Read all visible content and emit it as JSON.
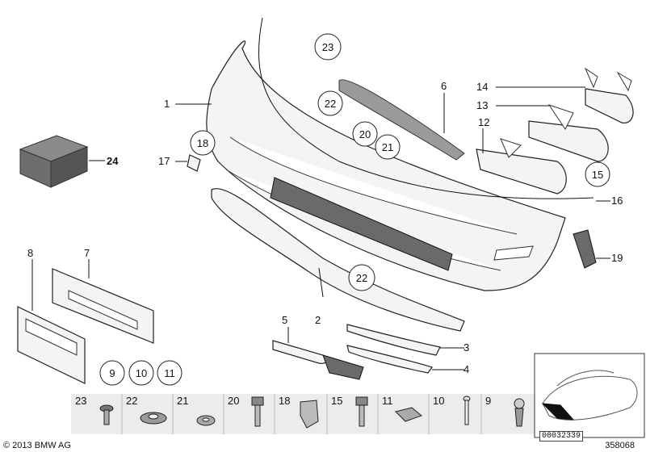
{
  "callouts": {
    "c1": "1",
    "c2": "2",
    "c3": "3",
    "c4": "4",
    "c5": "5",
    "c6": "6",
    "c7": "7",
    "c8": "8",
    "c9": "9",
    "c10": "10",
    "c11": "11",
    "c12": "12",
    "c13": "13",
    "c14": "14",
    "c15": "15",
    "c16": "16",
    "c17": "17",
    "c18": "18",
    "c19": "19",
    "c20": "20",
    "c21": "21",
    "c22a": "22",
    "c22b": "22",
    "c23": "23",
    "c24": "24"
  },
  "strip": [
    "23",
    "22",
    "21",
    "20",
    "18",
    "15",
    "11",
    "10",
    "9"
  ],
  "footer": {
    "copyright": "© 2013 BMW AG",
    "doc_number": "358068",
    "thumb_code": "00032339"
  },
  "colors": {
    "line": "#111111",
    "part_fill": "#f4f4f4",
    "dark_fill": "#6a6a6a",
    "strip_bg": "#ececec"
  }
}
